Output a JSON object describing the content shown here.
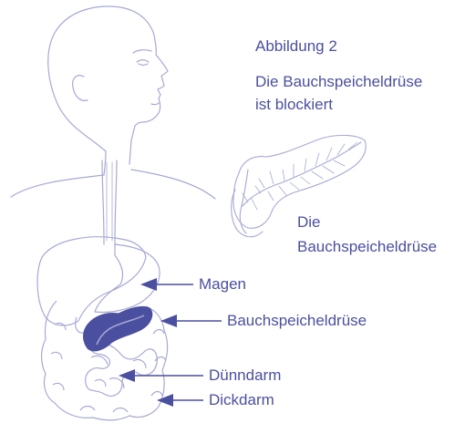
{
  "figure": {
    "title": "Abbildung 2",
    "subtitle_line1": "Die Bauchspeicheldrüse",
    "subtitle_line2": "ist blockiert"
  },
  "inset": {
    "label_line1": "Die",
    "label_line2": "Bauchspeicheldrüse"
  },
  "labels": {
    "magen": "Magen",
    "bauchspeicheldruese": "Bauchspeicheldrüse",
    "duenndarm": "Dünndarm",
    "dickdarm": "Dickdarm"
  },
  "colors": {
    "outline": "#a6a9d4",
    "accent": "#4b4fa0"
  }
}
